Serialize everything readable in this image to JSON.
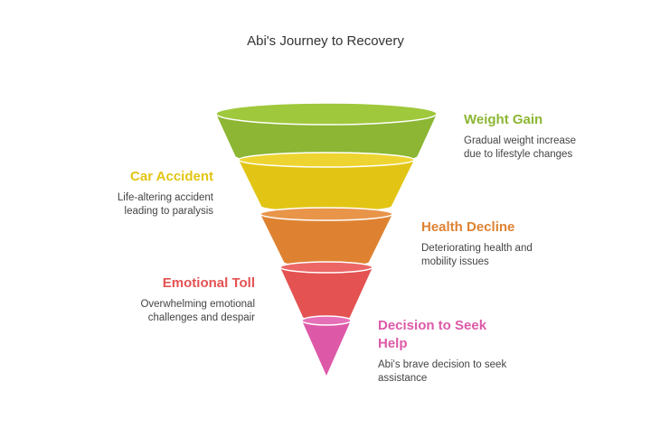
{
  "title": "Abi's Journey to Recovery",
  "stages": [
    {
      "heading": "Weight Gain",
      "description": [
        "Gradual weight increase",
        "due to lifestyle changes"
      ],
      "color": "#8cb634",
      "top_color": "#9fc83c"
    },
    {
      "heading": "Car Accident",
      "description": [
        "Life-altering accident",
        "leading to paralysis"
      ],
      "color": "#e2c514",
      "top_color": "#eed430"
    },
    {
      "heading": "Health Decline",
      "description": [
        "Deteriorating health and",
        "mobility issues"
      ],
      "color": "#de8232",
      "top_color": "#e8954a"
    },
    {
      "heading": "Emotional Toll",
      "description": [
        "Overwhelming emotional",
        "challenges and despair"
      ],
      "color": "#e45252",
      "top_color": "#ec6666"
    },
    {
      "heading": "Decision to Seek Help",
      "heading_lines": [
        "Decision to Seek",
        "Help"
      ],
      "description": [
        "Abi's brave decision to seek",
        "assistance"
      ],
      "color": "#dd59a8",
      "top_color": "#e670b7"
    }
  ]
}
